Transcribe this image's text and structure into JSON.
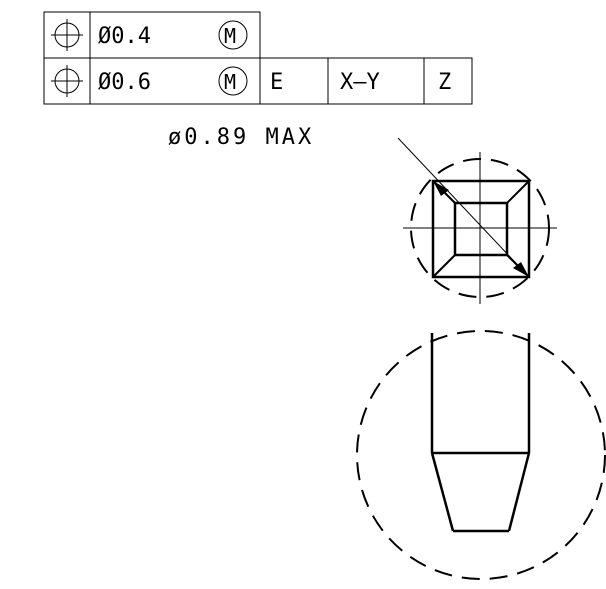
{
  "fcf_rows": [
    {
      "symbol": "position-icon",
      "tolerance": "Ø0.4",
      "modifier": "M",
      "datums": []
    },
    {
      "symbol": "position-icon",
      "tolerance": "Ø0.6",
      "modifier": "M",
      "datums": [
        "E",
        "X–Y",
        "Z"
      ]
    }
  ],
  "dimension_note": "ø0.89 MAX"
}
